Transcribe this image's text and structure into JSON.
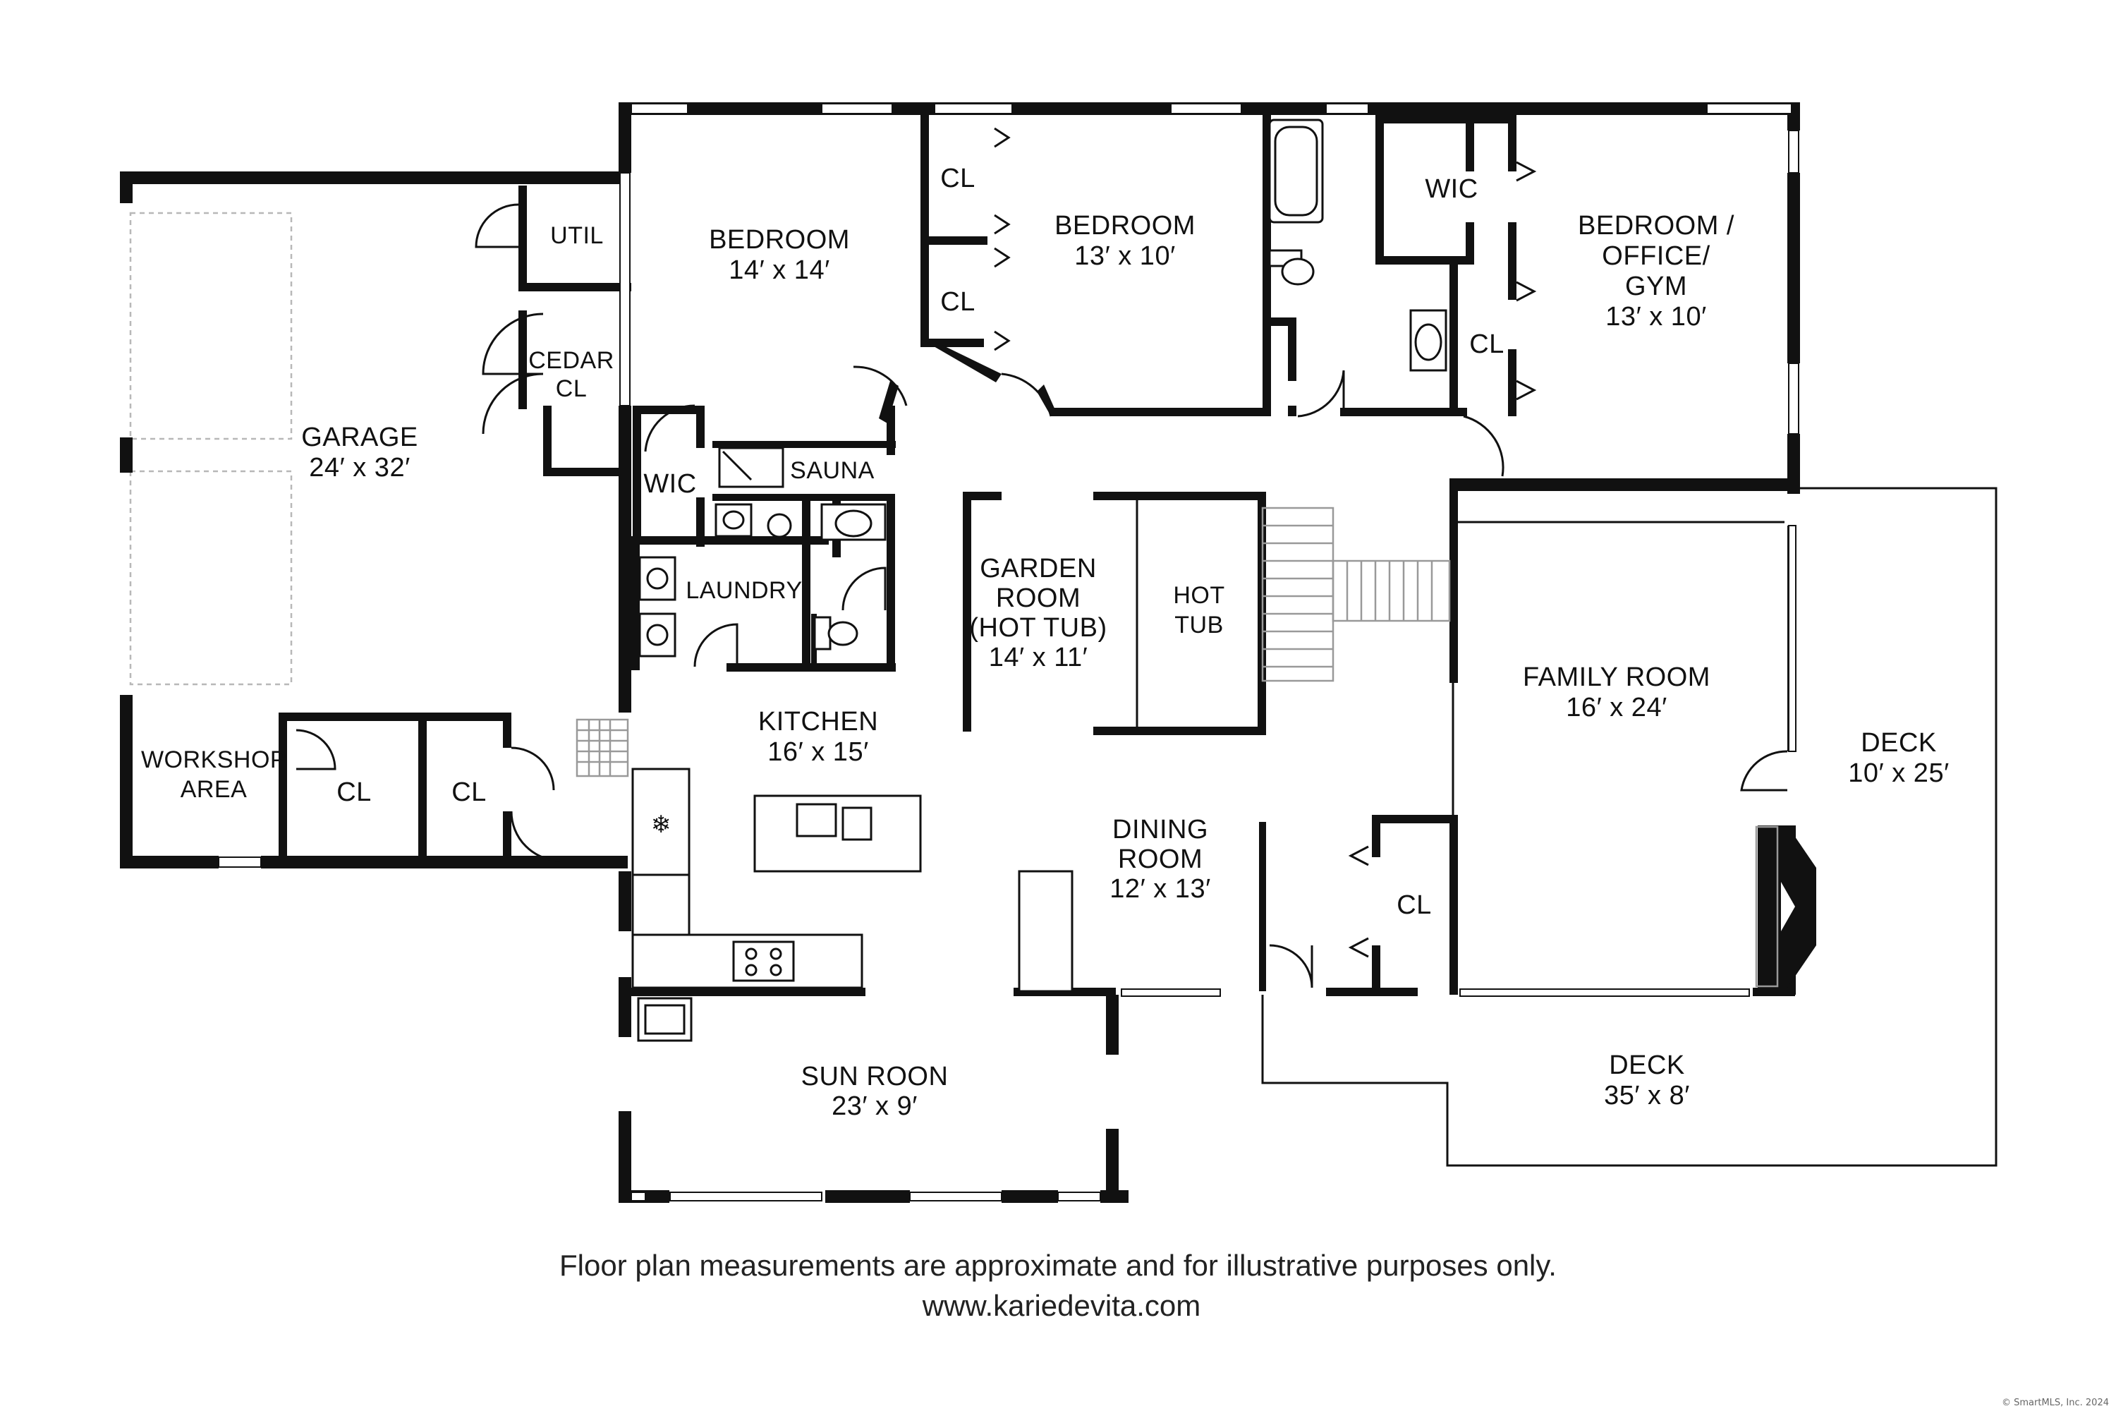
{
  "rooms": {
    "garage": {
      "name": "GARAGE",
      "dims": "24′ x 32′"
    },
    "util": {
      "name": "UTIL"
    },
    "cedar_cl": {
      "name1": "CEDAR",
      "name2": "CL"
    },
    "workshop": {
      "name1": "WORKSHOP",
      "name2": "AREA"
    },
    "workshop_cl1": {
      "name": "CL"
    },
    "workshop_cl2": {
      "name": "CL"
    },
    "bedroom1": {
      "name": "BEDROOM",
      "dims": "14′ x 14′"
    },
    "bedroom1_wic": {
      "name": "WIC"
    },
    "sauna": {
      "name": "SAUNA"
    },
    "laundry": {
      "name": "LAUNDRY"
    },
    "cl_upper": {
      "name": "CL"
    },
    "cl_lower": {
      "name": "CL"
    },
    "bedroom2": {
      "name": "BEDROOM",
      "dims": "13′ x 10′"
    },
    "wic_right": {
      "name": "WIC"
    },
    "cl_right": {
      "name": "CL"
    },
    "bedroom3": {
      "name1": "BEDROOM /",
      "name2": "OFFICE/",
      "name3": "GYM",
      "dims": "13′ x 10′"
    },
    "garden_room": {
      "name1": "GARDEN",
      "name2": "ROOM",
      "name3": "(HOT TUB)",
      "dims": "14′ x 11′"
    },
    "hot_tub": {
      "name1": "HOT",
      "name2": "TUB"
    },
    "kitchen": {
      "name": "KITCHEN",
      "dims": "16′ x 15′"
    },
    "dining_room": {
      "name1": "DINING",
      "name2": "ROOM",
      "dims": "12′ x 13′"
    },
    "family_room": {
      "name": "FAMILY ROOM",
      "dims": "16′ x 24′"
    },
    "family_cl": {
      "name": "CL"
    },
    "deck_right": {
      "name": "DECK",
      "dims": "10′ x 25′"
    },
    "deck_bottom": {
      "name": "DECK",
      "dims": "35′ x 8′"
    },
    "sun_room": {
      "name": "SUN ROON",
      "dims": "23′ x 9′"
    }
  },
  "footer": {
    "disclaimer": "Floor plan measurements are approximate and for illustrative purposes only.",
    "website": "www.kariedevita.com",
    "copyright": "© SmartMLS, Inc. 2024"
  },
  "colors": {
    "wall": "#111111",
    "background": "#ffffff",
    "stair": "#999999"
  }
}
